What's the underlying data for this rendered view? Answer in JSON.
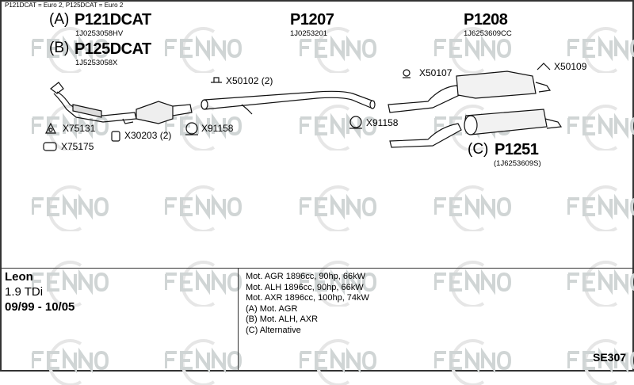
{
  "note": "P121DCAT = Euro 2, P125DCAT = Euro 2",
  "watermark": "FENNO",
  "parts": {
    "a_prefix": "(A)",
    "a_code": "P121DCAT",
    "a_oem": "1J0253058HV",
    "b_prefix": "(B)",
    "b_code": "P125DCAT",
    "b_oem": "1J5253058X",
    "mid_code": "P1207",
    "mid_oem": "1J0253201",
    "rear_code": "P1208",
    "rear_oem": "1J6253609CC",
    "c_prefix": "(C)",
    "c_code": "P1251",
    "c_oem": "(1J6253609S)"
  },
  "fittings": {
    "x50102": "X50102 (2)",
    "x50107": "X50107",
    "x50109": "X50109",
    "x75131": "X75131",
    "x75175": "X75175",
    "x30203": "X30203 (2)",
    "x91158a": "X91158",
    "x91158b": "X91158"
  },
  "vehicle": {
    "model": "Leon",
    "engine": "1.9 TDi",
    "years": "09/99 - 10/05"
  },
  "info_lines": [
    "Mot. AGR 1896cc, 90hp, 66kW",
    "Mot. ALH 1896cc, 90hp, 66kW",
    "Mot. AXR 1896cc, 100hp, 74kW",
    "(A) Mot. AGR",
    "(B) Mot. ALH, AXR",
    "(C) Alternative"
  ],
  "set_code": "SE307"
}
